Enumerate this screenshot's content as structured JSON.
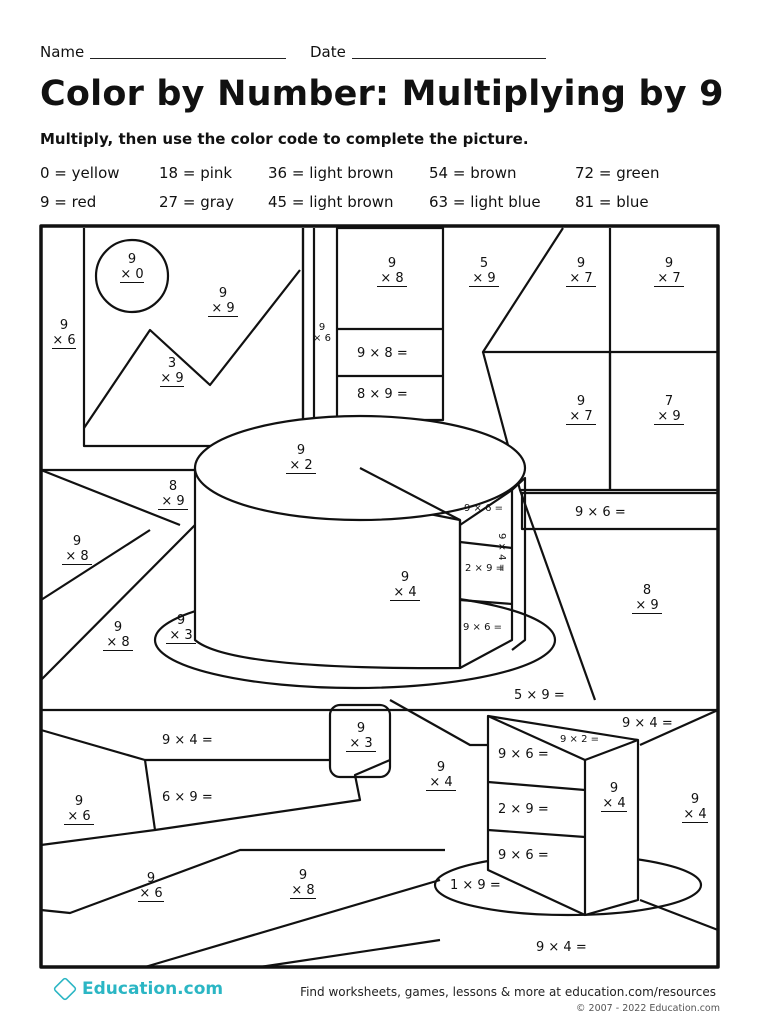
{
  "header": {
    "name_label": "Name",
    "date_label": "Date",
    "title": "Color by Number: Multiplying by 9",
    "instructions": "Multiply, then use the color code to complete the picture."
  },
  "color_key": [
    "0 = yellow",
    "18 = pink",
    "36 = light brown",
    "54 = brown",
    "72 = green",
    "9 = red",
    "27 = gray",
    "45 = light brown",
    "63 = light blue",
    "81 = blue"
  ],
  "problems": {
    "sun": [
      "9",
      "× 0"
    ],
    "mountain_top": [
      "9",
      "× 9"
    ],
    "mountain_bottom": [
      "3",
      "× 9"
    ],
    "left_wall": [
      "9",
      "× 6"
    ],
    "narrow_strip": [
      "9",
      "× 6"
    ],
    "window_top": [
      "9",
      "× 8"
    ],
    "window_mid": "9 × 8 =",
    "window_low": "8 × 9 =",
    "top_5x9": [
      "5",
      "× 9"
    ],
    "top_9x7_a": [
      "9",
      "× 7"
    ],
    "top_9x7_b": [
      "9",
      "× 7"
    ],
    "mid_9x7": [
      "9",
      "× 7"
    ],
    "mid_7x9": [
      "7",
      "× 9"
    ],
    "cake_top": [
      "9",
      "× 2"
    ],
    "slice_9x6_top": "9 × 6 =",
    "slice_side": "9 × 4 =",
    "slice_2x9": "2 × 9 =",
    "slice_9x6_bottom": "9 × 6 =",
    "shelf_9x6": "9 × 6 =",
    "left_8x9": [
      "8",
      "× 9"
    ],
    "left_9x8_a": [
      "9",
      "× 8"
    ],
    "left_9x8_b": [
      "9",
      "× 8"
    ],
    "plate_9x3": [
      "9",
      "× 3"
    ],
    "cake_body": [
      "9",
      "× 4"
    ],
    "right_8x9": [
      "8",
      "× 9"
    ],
    "plate_5x9": "5 × 9 =",
    "table_9x4": "9 × 4 =",
    "stand_9x3": [
      "9",
      "× 3"
    ],
    "table_6x9": "6 × 9 =",
    "low_9x6": [
      "9",
      "× 6"
    ],
    "center_9x4": [
      "9",
      "× 4"
    ],
    "piece_top": "9 × 2 =",
    "piece_9x6_a": "9 × 6 =",
    "piece_side": [
      "9",
      "× 4"
    ],
    "piece_2x9": "2 × 9 =",
    "piece_9x6_b": "9 × 6 =",
    "right_9x4": [
      "9",
      "× 4"
    ],
    "right_9x4_eq": "9 × 4 =",
    "bottom_9x6": [
      "9",
      "× 6"
    ],
    "bottom_9x8": [
      "9",
      "× 8"
    ],
    "plate2_1x9": "1 × 9 =",
    "bottom_9x4": "9 × 4 ="
  },
  "footer": {
    "logo": "Education.com",
    "resources": "Find worksheets, games, lessons & more at education.com/resources",
    "copyright": "© 2007 - 2022 Education.com"
  }
}
